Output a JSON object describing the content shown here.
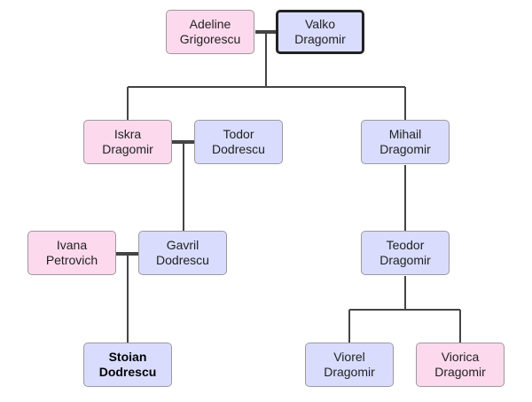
{
  "people": {
    "adeline_grigorescu": {
      "name": "Adeline\nGrigorescu",
      "sex": "female"
    },
    "valko_dragomir": {
      "name": "Valko\nDragomir",
      "sex": "male"
    },
    "iskra_dragomir": {
      "name": "Iskra\nDragomir",
      "sex": "female"
    },
    "todor_dodrescu": {
      "name": "Todor\nDodrescu",
      "sex": "male"
    },
    "mihail_dragomir": {
      "name": "Mihail\nDragomir",
      "sex": "male"
    },
    "ivana_petrovich": {
      "name": "Ivana\nPetrovich",
      "sex": "female"
    },
    "gavril_dodrescu": {
      "name": "Gavril\nDodrescu",
      "sex": "male"
    },
    "teodor_dragomir": {
      "name": "Teodor\nDragomir",
      "sex": "male"
    },
    "stoian_dodrescu": {
      "name": "Stoian\nDodrescu",
      "sex": "male"
    },
    "viorel_dragomir": {
      "name": "Viorel\nDragomir",
      "sex": "male"
    },
    "viorica_dragomir": {
      "name": "Viorica\nDragomir",
      "sex": "female"
    }
  },
  "colors": {
    "female_fill": "#fdd9ee",
    "male_fill": "#d9dcfd",
    "box_border": "#9a9a9a",
    "line": "#444444"
  }
}
